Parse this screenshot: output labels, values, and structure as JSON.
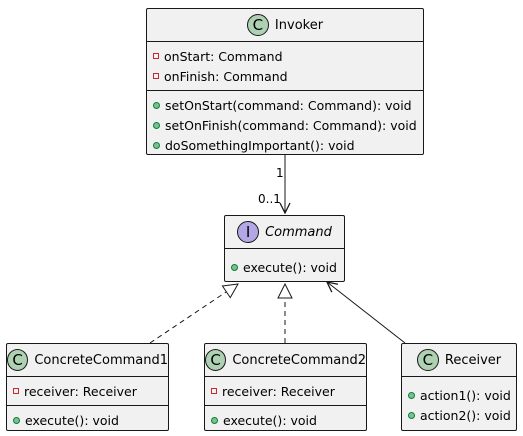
{
  "invoker": {
    "name": "Invoker",
    "stereotype_letter": "C",
    "fields": [
      "onStart: Command",
      "onFinish: Command"
    ],
    "methods": [
      "setOnStart(command: Command): void",
      "setOnFinish(command: Command): void",
      "doSomethingImportant(): void"
    ]
  },
  "command": {
    "name": "Command",
    "stereotype_letter": "I",
    "methods": [
      "execute(): void"
    ]
  },
  "concrete1": {
    "name": "ConcreteCommand1",
    "stereotype_letter": "C",
    "fields": [
      "receiver: Receiver"
    ],
    "methods": [
      "execute(): void"
    ]
  },
  "concrete2": {
    "name": "ConcreteCommand2",
    "stereotype_letter": "C",
    "fields": [
      "receiver: Receiver"
    ],
    "methods": [
      "execute(): void"
    ]
  },
  "receiver": {
    "name": "Receiver",
    "stereotype_letter": "C",
    "methods": [
      "action1(): void",
      "action2(): void"
    ]
  },
  "association": {
    "source_multiplicity": "1",
    "target_multiplicity": "0..1"
  },
  "colors": {
    "class_badge": "#ADD1B2",
    "interface_badge": "#B4A7E5",
    "box_fill": "#F1F1F1",
    "border": "#181818",
    "private_marker": "#C82930",
    "public_marker": "#84BE84"
  }
}
